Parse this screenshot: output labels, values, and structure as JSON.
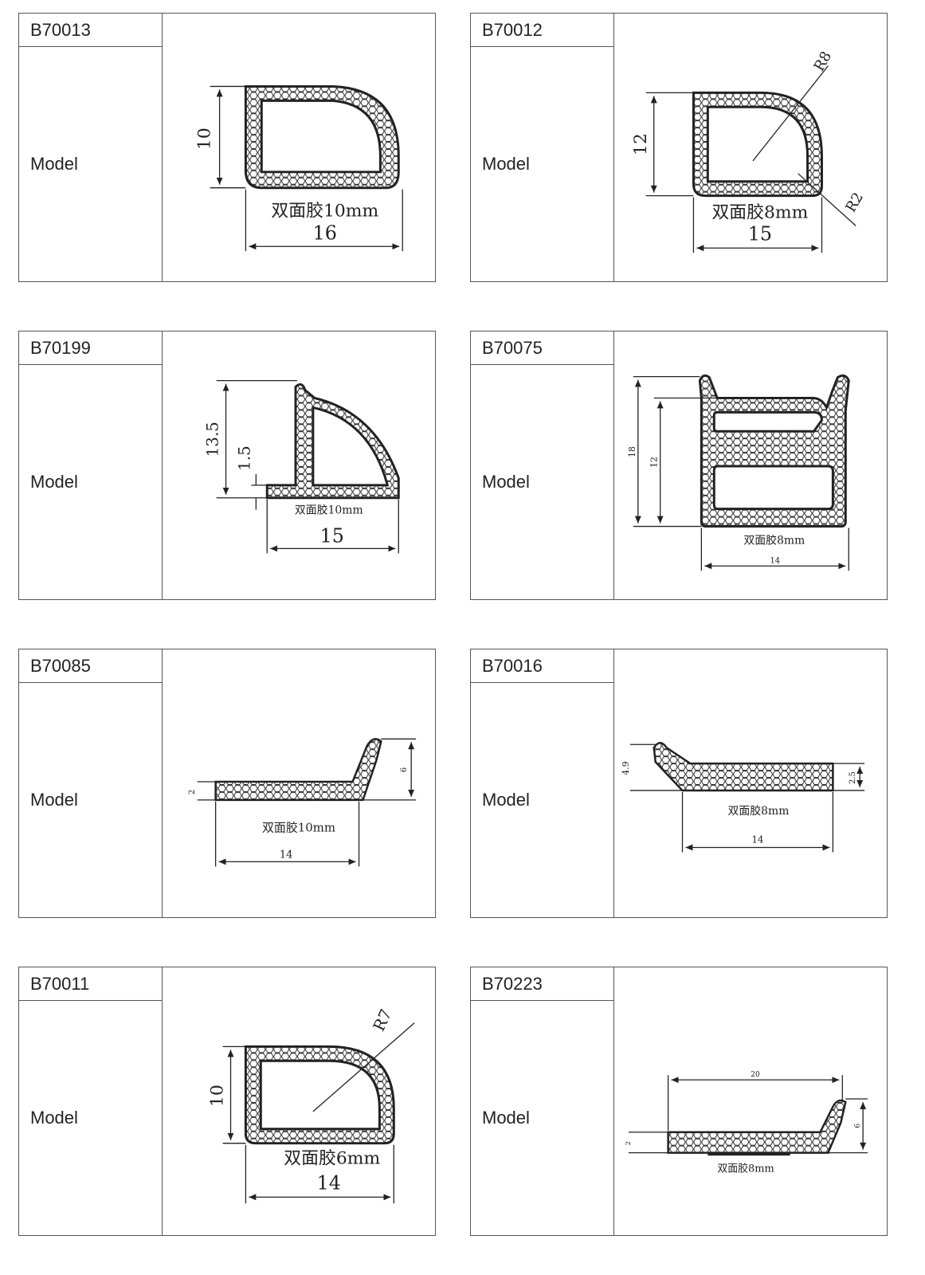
{
  "cards": [
    {
      "code": "B70013",
      "label": "Model",
      "tape": "双面胶10mm",
      "width": "16",
      "height": "10"
    },
    {
      "code": "B70012",
      "label": "Model",
      "tape": "双面胶8mm",
      "width": "15",
      "height": "12",
      "r_outer": "R8",
      "r_inner": "R2"
    },
    {
      "code": "B70199",
      "label": "Model",
      "tape": "双面胶10mm",
      "width": "15",
      "height": "13.5",
      "lip": "1.5"
    },
    {
      "code": "B70075",
      "label": "Model",
      "tape": "双面胶8mm",
      "width": "14",
      "height": "18",
      "inner_height": "12"
    },
    {
      "code": "B70085",
      "label": "Model",
      "tape": "双面胶10mm",
      "width": "14",
      "height": "2",
      "flange_height": "6"
    },
    {
      "code": "B70016",
      "label": "Model",
      "tape": "双面胶8mm",
      "width": "14",
      "height": "4.9",
      "right_height": "2.5"
    },
    {
      "code": "B70011",
      "label": "Model",
      "tape": "双面胶6mm",
      "width": "14",
      "height": "10",
      "radius": "R7"
    },
    {
      "code": "B70223",
      "label": "Model",
      "tape": "双面胶8mm",
      "width": "20",
      "height": "2",
      "flange_height": "6"
    }
  ]
}
